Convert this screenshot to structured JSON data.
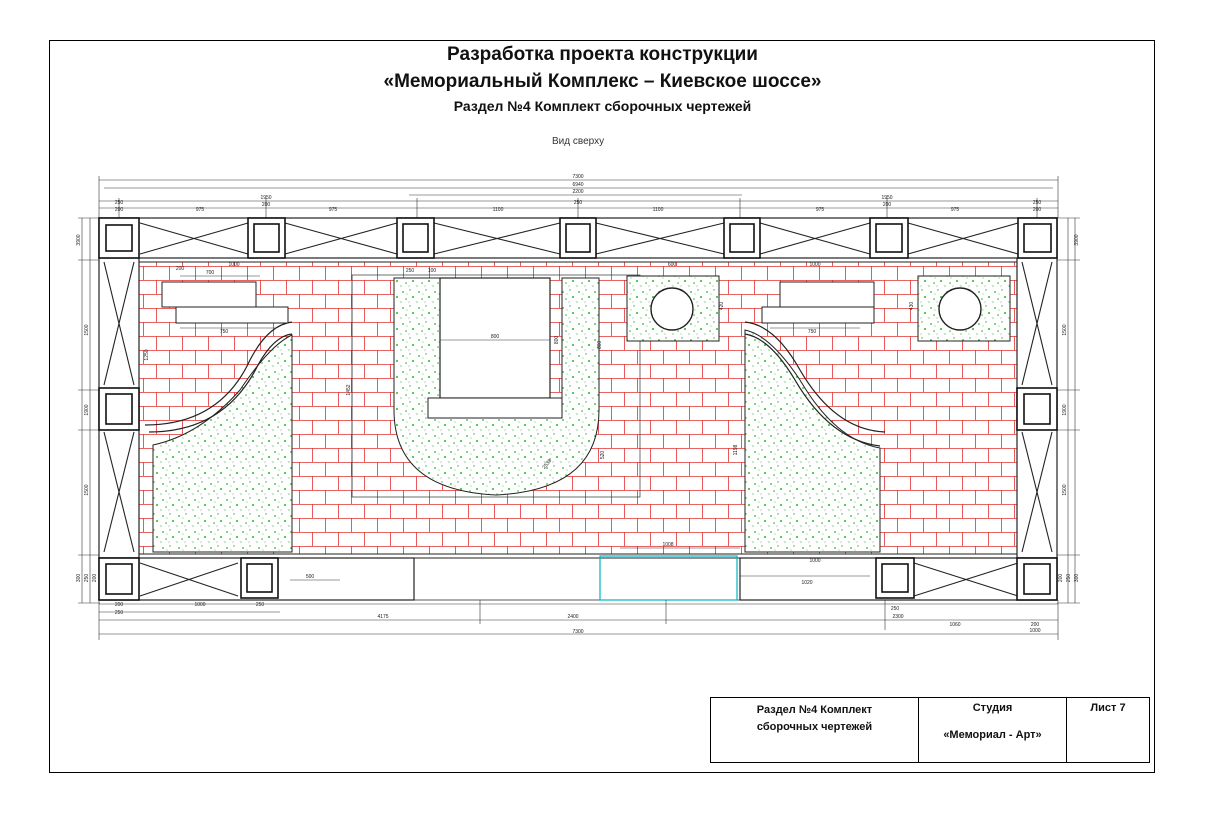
{
  "header": {
    "line1": "Разработка проекта конструкции",
    "line2": "«Мемориальный Комплекс – Киевское шоссе»",
    "line3": "Раздел №4 Комплект сборочных чертежей"
  },
  "drawing": {
    "view_label": "Вид сверху",
    "colors": {
      "line": "#222222",
      "tile_grout": "#e0302f",
      "grass": "#22bb22",
      "cyan": "#00b5c9"
    },
    "dimensions": {
      "top": [
        "7300",
        "6940",
        "2200",
        "1950",
        "1950",
        "975",
        "975",
        "1100",
        "1100",
        "975",
        "975",
        "250",
        "250",
        "250",
        "200",
        "200",
        "200",
        "200"
      ],
      "bottom": [
        "4175",
        "2400",
        "7300",
        "1000",
        "250",
        "200",
        "250",
        "1060",
        "2300",
        "200",
        "250",
        "1008",
        "1020",
        "1000",
        "500"
      ],
      "left": [
        "3900",
        "1500",
        "1900",
        "1500",
        "300",
        "250",
        "200"
      ],
      "right": [
        "3900",
        "1500",
        "1900",
        "1500",
        "300",
        "250",
        "200"
      ],
      "inner": [
        "700",
        "750",
        "750",
        "800",
        "800",
        "1000",
        "1452",
        "520",
        "600",
        "420",
        "430",
        "1000",
        "600",
        "250",
        "100",
        "1198",
        "1250",
        "1000",
        "200",
        "2538"
      ]
    }
  },
  "stamp": {
    "section_line1": "Раздел №4 Комплект",
    "section_line2": "сборочных чертежей",
    "studio_label": "Студия",
    "studio_name": "«Мемориал - Арт»",
    "sheet": "Лист 7"
  }
}
